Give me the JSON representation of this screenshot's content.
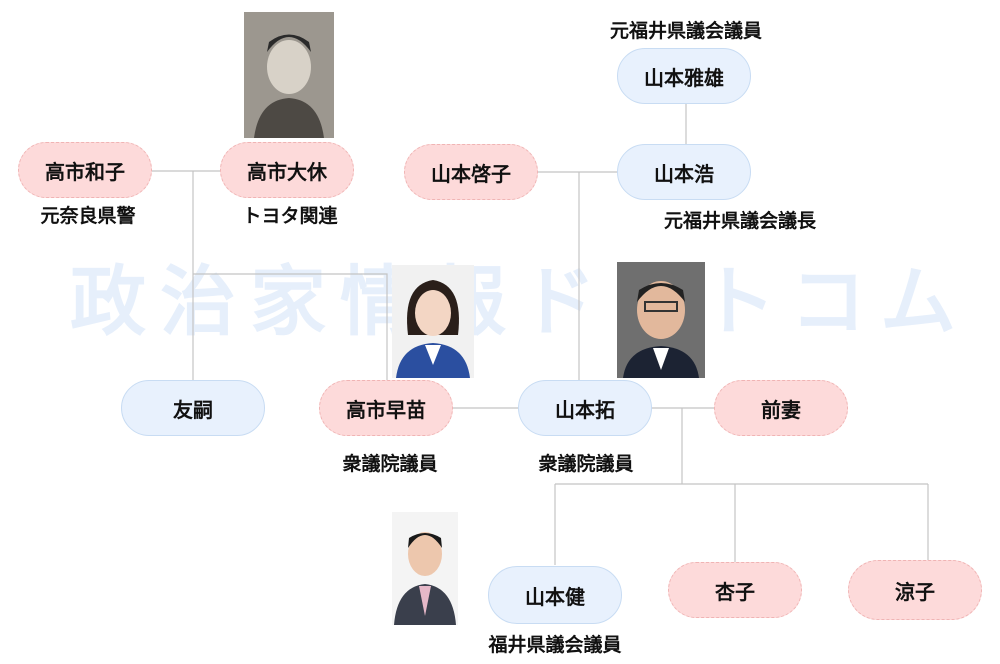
{
  "watermark": "政治家情報ドットコム",
  "nodes": {
    "takaichi_kazuko": "高市和子",
    "takaichi_daikyu": "高市大休",
    "yamamoto_masao": "山本雅雄",
    "yamamoto_keiko": "山本啓子",
    "yamamoto_hiroshi": "山本浩",
    "yuji": "友嗣",
    "takaichi_sanae": "高市早苗",
    "yamamoto_taku": "山本拓",
    "former_wife": "前妻",
    "yamamoto_ken": "山本健",
    "kyoko": "杏子",
    "ryoko": "涼子"
  },
  "labels": {
    "kazuko": "元奈良県警",
    "daikyu": "トヨタ関連",
    "masao": "元福井県議会議員",
    "hiroshi": "元福井県議会議長",
    "sanae": "衆議院議員",
    "taku": "衆議院議員",
    "ken": "福井県議会議員"
  },
  "colors": {
    "female": "#fddada",
    "male": "#e8f1fd",
    "line": "#c8c8c8"
  }
}
